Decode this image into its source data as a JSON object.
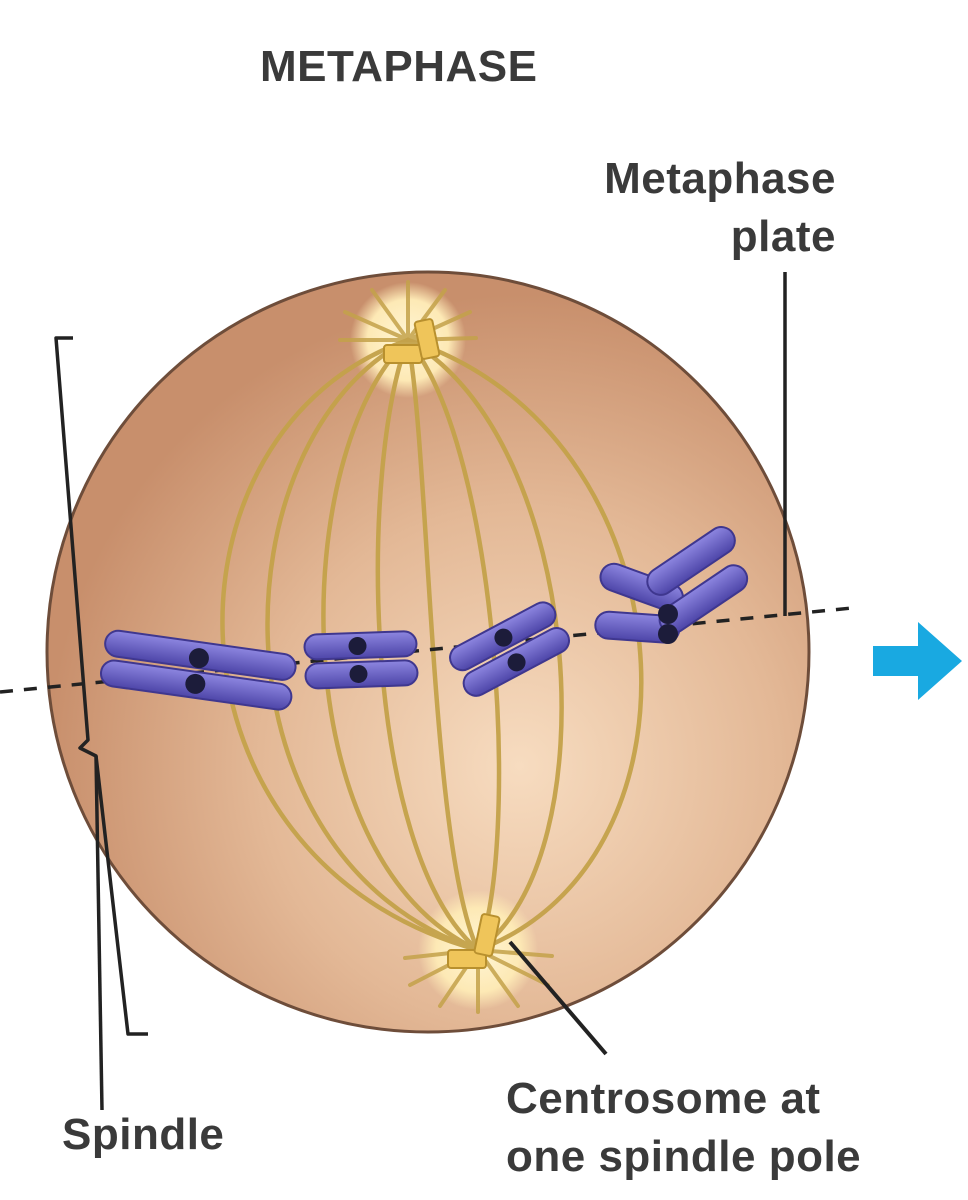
{
  "title": "METAPHASE",
  "labels": {
    "metaphase_plate": [
      "Metaphase",
      "plate"
    ],
    "spindle": "Spindle",
    "centrosome": [
      "Centrosome at",
      "one spindle pole"
    ]
  },
  "colors": {
    "cell_fill": "#dcb08f",
    "cell_outline": "#6e4d3a",
    "spindle_fiber": "#c4a24a",
    "chromosome": "#6c63c9",
    "centromere": "#1c1c3a",
    "centrosome": "#efc55a",
    "arrow": "#19a9e1",
    "text": "#3a3a3a"
  },
  "icons": {
    "next_arrow": "right-arrow-icon"
  }
}
